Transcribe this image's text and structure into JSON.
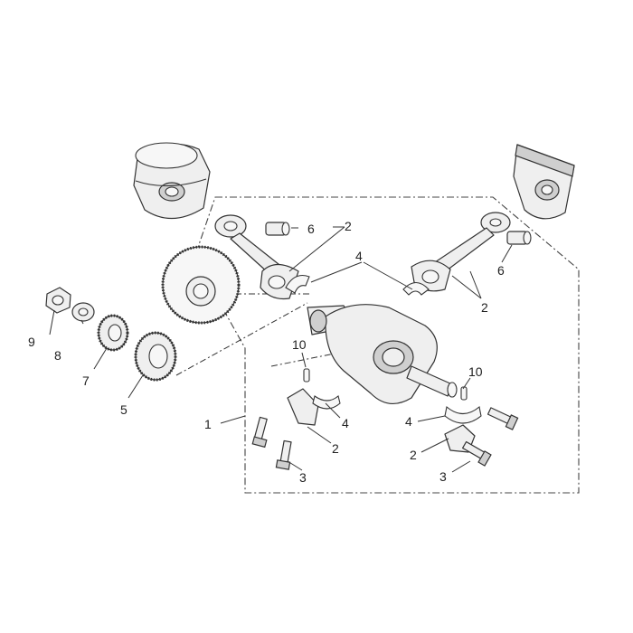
{
  "callouts": {
    "c1": "1",
    "c2a": "2",
    "c2b": "2",
    "c2c": "2",
    "c2d": "2",
    "c3a": "3",
    "c3b": "3",
    "c4a": "4",
    "c4b": "4",
    "c4c": "4",
    "c5": "5",
    "c6a": "6",
    "c6b": "6",
    "c7": "7",
    "c8": "8",
    "c9": "9",
    "c10a": "10",
    "c10b": "10"
  }
}
